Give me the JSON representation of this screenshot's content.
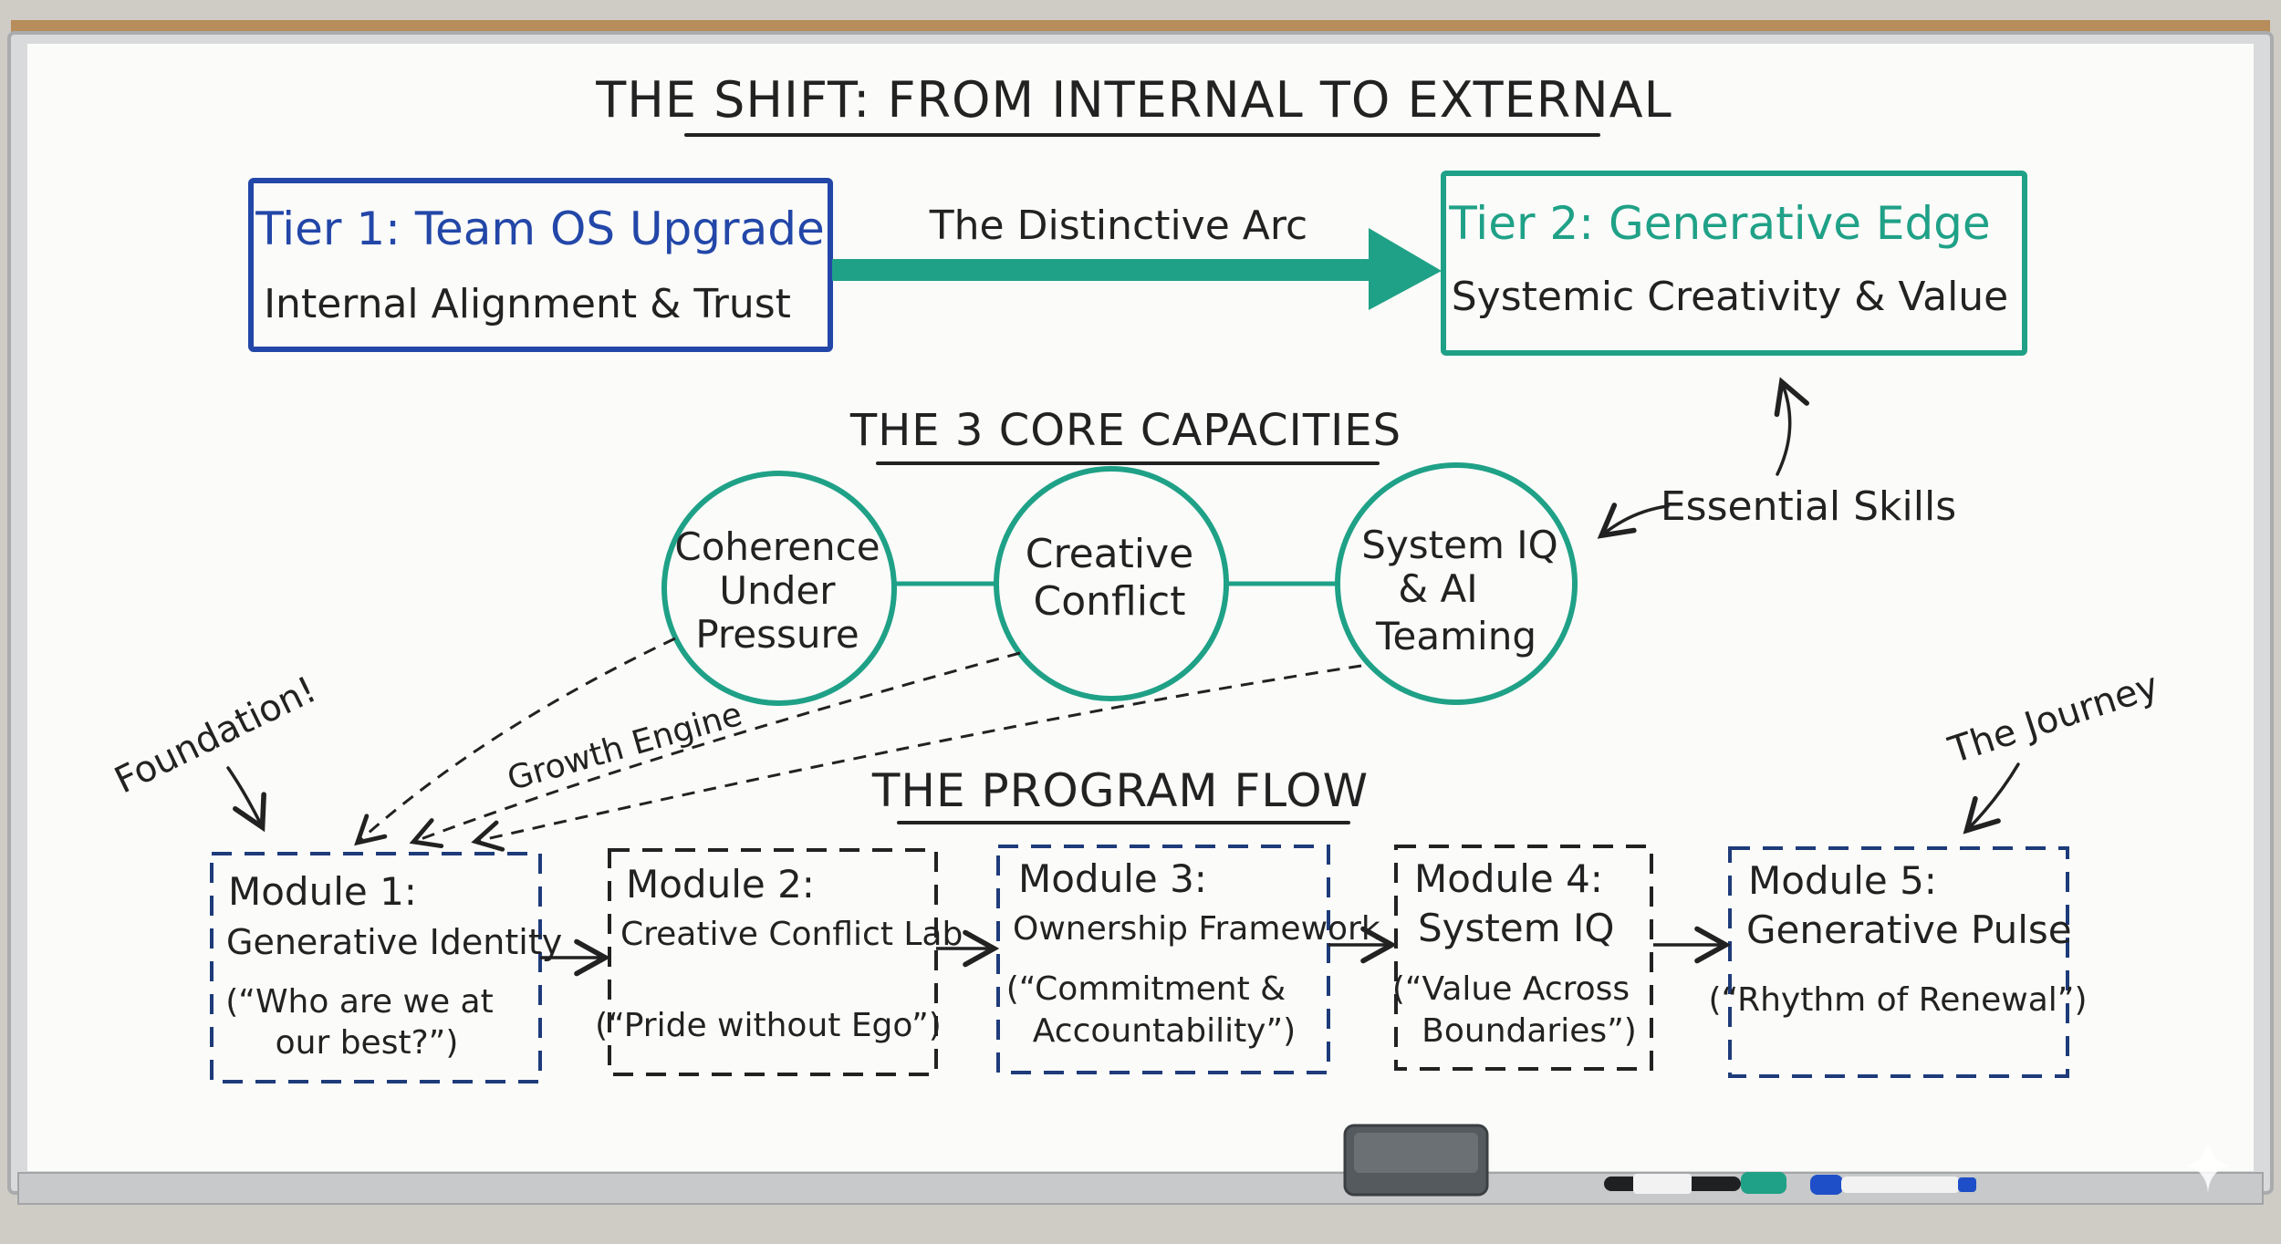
{
  "title": "THE SHIFT: FROM INTERNAL TO EXTERNAL",
  "colors": {
    "black": "#222222",
    "blue": "#2347a8",
    "green": "#1fa187",
    "navy": "#1e3b7a"
  },
  "tier1": {
    "title": "Tier 1: Team OS Upgrade",
    "subtitle": "Internal Alignment & Trust"
  },
  "arc_label": "The Distinctive Arc",
  "tier2": {
    "title": "Tier 2: Generative Edge",
    "subtitle": "Systemic Creativity & Value"
  },
  "capacities": {
    "heading": "THE 3 CORE CAPACITIES",
    "items": [
      {
        "lines": [
          "Coherence",
          "Under",
          "Pressure"
        ]
      },
      {
        "lines": [
          "Creative",
          "Conflict"
        ]
      },
      {
        "lines": [
          "System IQ",
          "& AI",
          "Teaming"
        ]
      }
    ]
  },
  "essential_skills": "Essential Skills",
  "foundation": "Foundation!",
  "growth_engine": "Growth Engine",
  "the_journey": "The Journey",
  "program_flow": {
    "heading": "THE PROGRAM FLOW",
    "modules": [
      {
        "title": "Module 1:",
        "name": "Generative Identity",
        "quote": [
          "(“Who are we at",
          "our best?”)"
        ]
      },
      {
        "title": "Module 2:",
        "name": "Creative Conflict Lab",
        "quote": [
          "(“Pride without Ego”)"
        ]
      },
      {
        "title": "Module 3:",
        "name": "Ownership Framework",
        "quote": [
          "(“Commitment &",
          "Accountability”)"
        ]
      },
      {
        "title": "Module 4:",
        "name": "System IQ",
        "quote": [
          "(“Value Across",
          "Boundaries”)"
        ]
      },
      {
        "title": "Module 5:",
        "name": "Generative Pulse",
        "quote": [
          "(“Rhythm of Renewal”)"
        ]
      }
    ]
  }
}
